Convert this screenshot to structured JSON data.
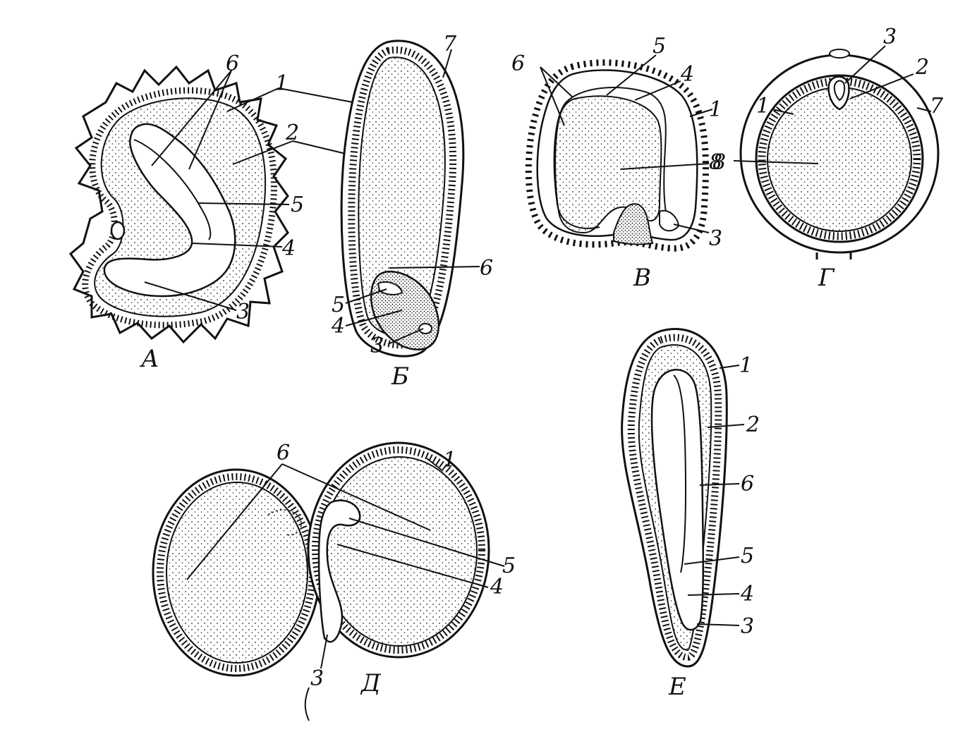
{
  "figure": {
    "panels": [
      {
        "id": "A",
        "label": "А",
        "numbers": [
          "6",
          "1",
          "2",
          "5",
          "4",
          "3"
        ]
      },
      {
        "id": "B",
        "label": "Б",
        "numbers": [
          "7",
          "6",
          "5",
          "4",
          "3"
        ]
      },
      {
        "id": "V",
        "label": "В",
        "numbers": [
          "6",
          "5",
          "4",
          "1",
          "8",
          "3"
        ]
      },
      {
        "id": "G",
        "label": "Г",
        "numbers": [
          "3",
          "2",
          "1",
          "8",
          "7"
        ]
      },
      {
        "id": "D",
        "label": "Д",
        "numbers": [
          "6",
          "1",
          "5",
          "4",
          "3"
        ]
      },
      {
        "id": "E",
        "label": "Е",
        "numbers": [
          "1",
          "2",
          "6",
          "5",
          "4",
          "3"
        ]
      }
    ]
  }
}
